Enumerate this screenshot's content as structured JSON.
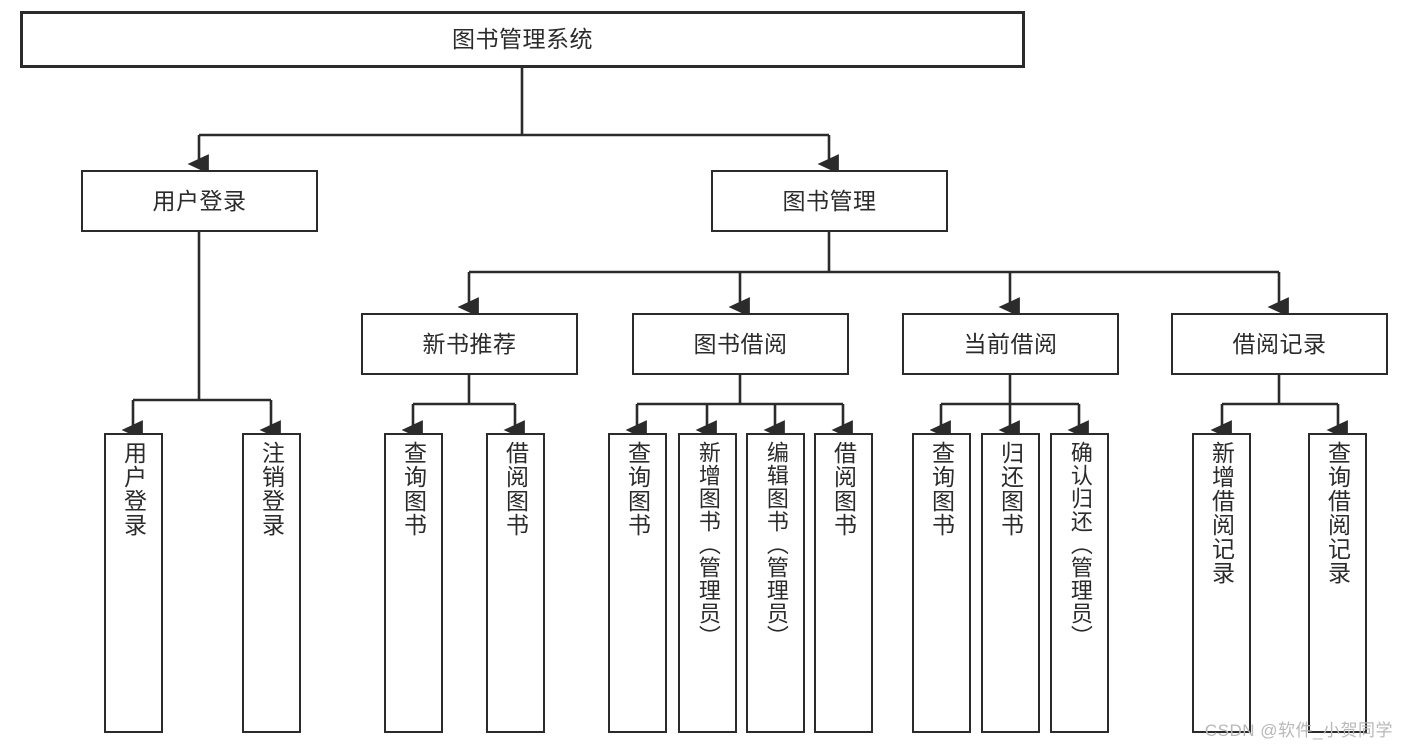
{
  "diagram": {
    "title": "图书管理系统",
    "type": "tree",
    "colors": {
      "box_border": "#2b2b2b",
      "box_fill": "#ffffff",
      "connector": "#2b2b2b",
      "text": "#2b2b2b",
      "watermark": "#b8b8b8",
      "background": "#ffffff"
    },
    "root": {
      "label": "图书管理系统"
    },
    "level2": [
      {
        "label": "用户登录"
      },
      {
        "label": "图书管理"
      }
    ],
    "level3": [
      {
        "label": "新书推荐"
      },
      {
        "label": "图书借阅"
      },
      {
        "label": "当前借阅"
      },
      {
        "label": "借阅记录"
      }
    ],
    "leaves": {
      "user_login": [
        {
          "label": "用户登录"
        },
        {
          "label": "注销登录"
        }
      ],
      "new_book_recommend": [
        {
          "label": "查询图书"
        },
        {
          "label": "借阅图书"
        }
      ],
      "book_borrow": [
        {
          "label": "查询图书"
        },
        {
          "label": "新增图书（管理员）"
        },
        {
          "label": "编辑图书（管理员）"
        },
        {
          "label": "借阅图书"
        }
      ],
      "current_borrow": [
        {
          "label": "查询图书"
        },
        {
          "label": "归还图书"
        },
        {
          "label": "确认归还（管理员）"
        }
      ],
      "borrow_record": [
        {
          "label": "新增借阅记录"
        },
        {
          "label": "查询借阅记录"
        }
      ]
    },
    "watermark": "CSDN @软件_小贺同学"
  }
}
